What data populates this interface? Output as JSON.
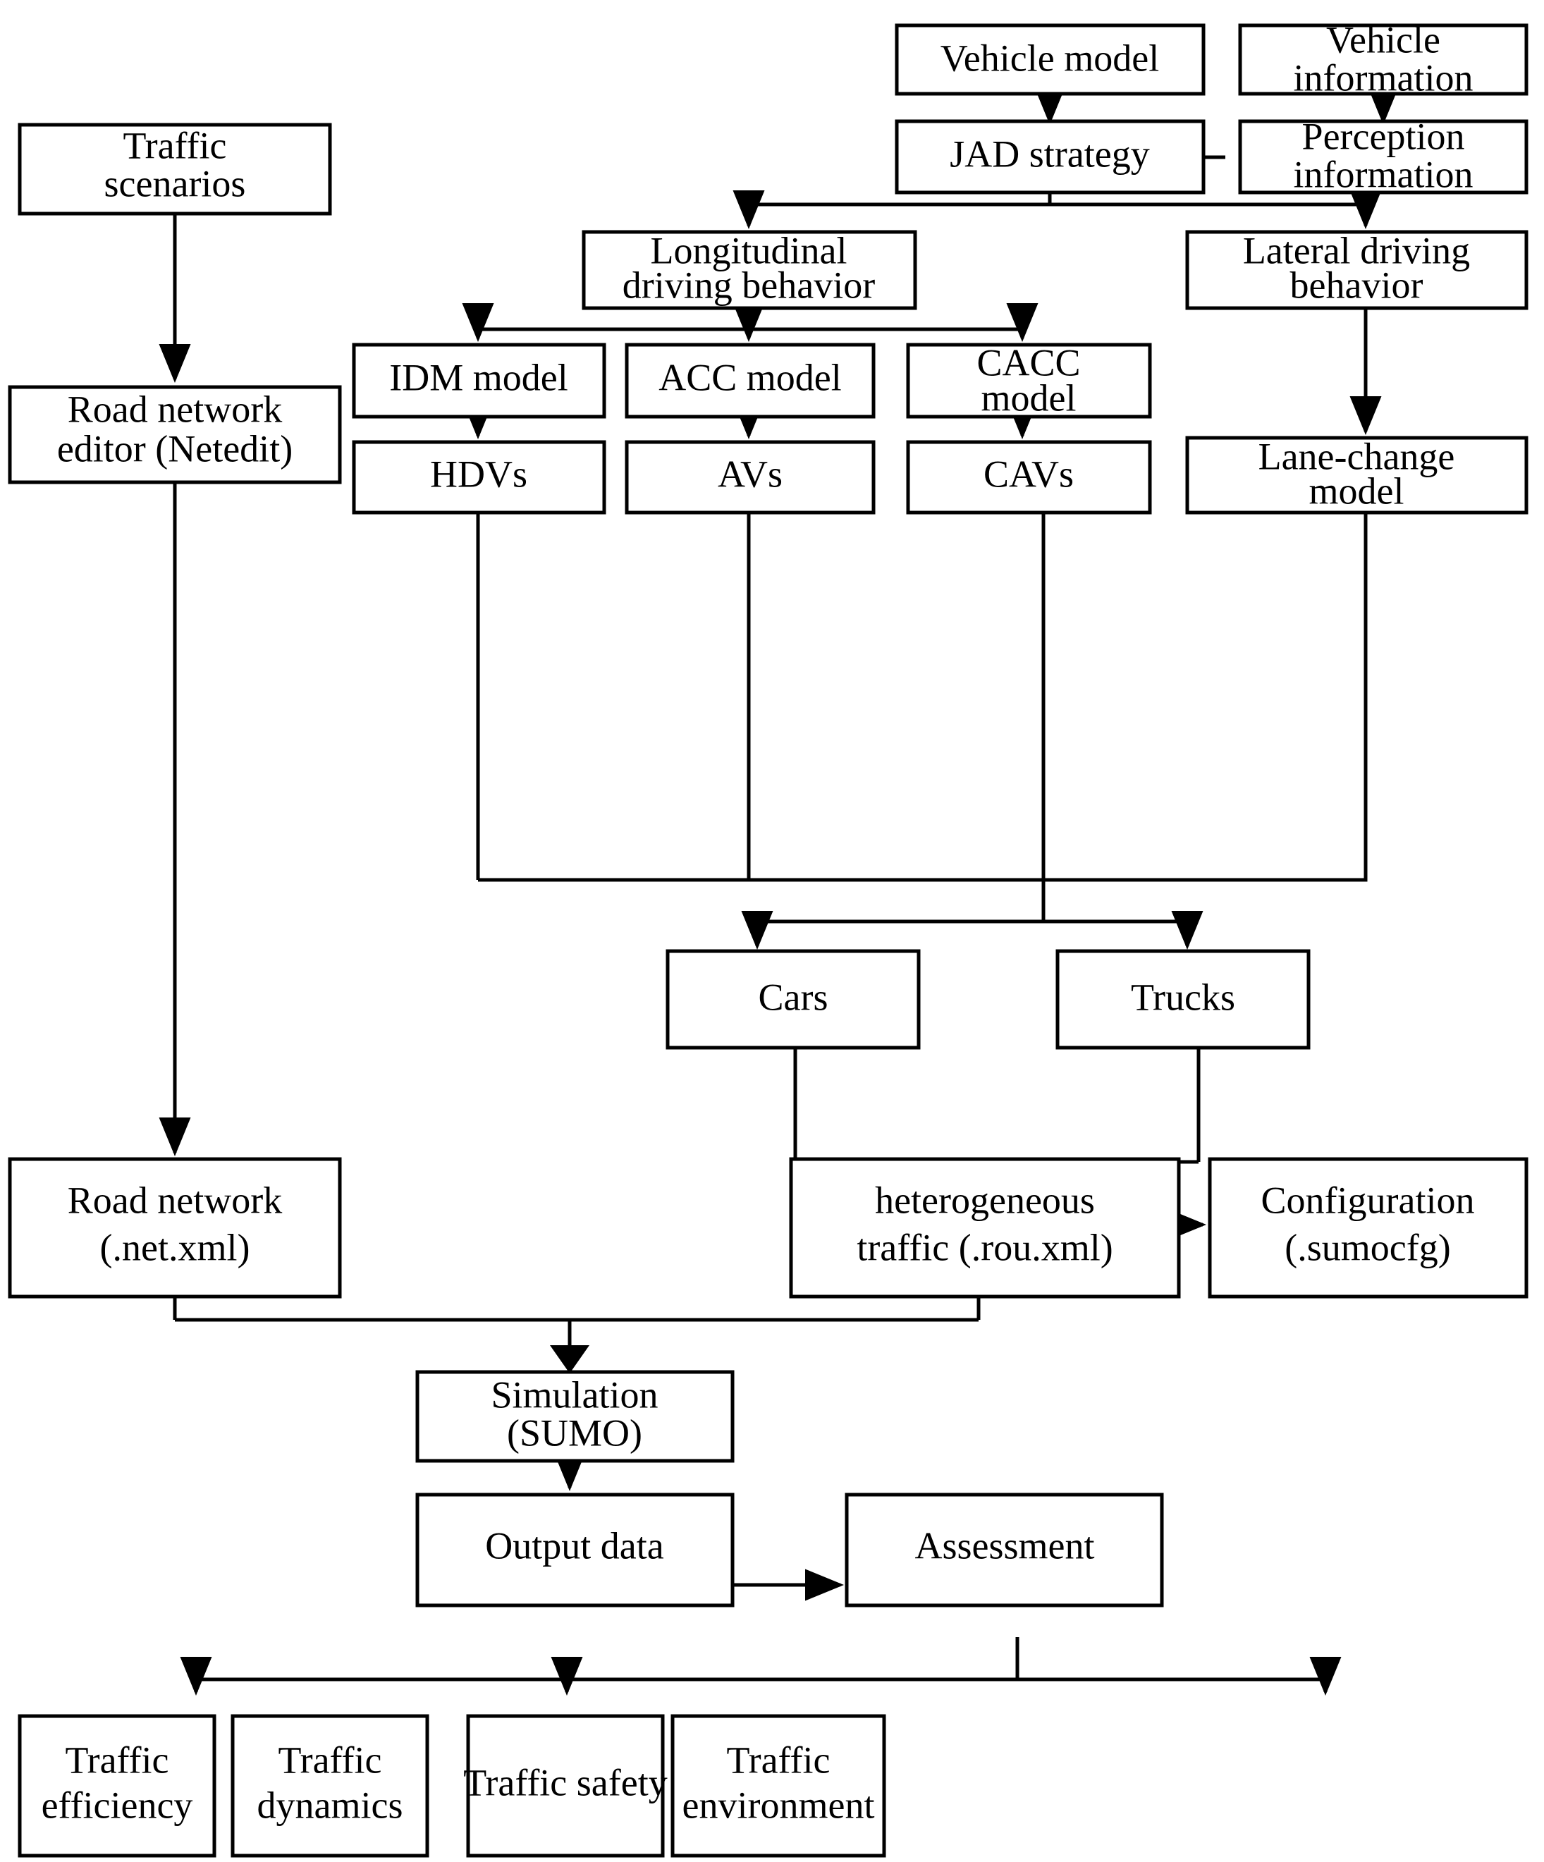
{
  "diagram": {
    "title": "Simulation framework flowchart for heterogeneous traffic with JAD strategy",
    "type": "flowchart",
    "background_color": "#ffffff",
    "line_color": "#000000",
    "box_fill": "#ffffff",
    "nodes": [
      {
        "id": "vehicle_model",
        "label": "Vehicle model",
        "lines": [
          "Vehicle model"
        ]
      },
      {
        "id": "vehicle_information",
        "label": "Vehicle information",
        "lines": [
          "Vehicle",
          "information"
        ]
      },
      {
        "id": "jad_strategy",
        "label": "JAD strategy",
        "lines": [
          "JAD strategy"
        ]
      },
      {
        "id": "perception_information",
        "label": "Perception information",
        "lines": [
          "Perception",
          "information"
        ]
      },
      {
        "id": "traffic_scenarios",
        "label": "Traffic scenarios",
        "lines": [
          "Traffic",
          "scenarios"
        ]
      },
      {
        "id": "longitudinal_behavior",
        "label": "Longitudinal driving behavior",
        "lines": [
          "Longitudinal",
          "driving behavior"
        ]
      },
      {
        "id": "lateral_behavior",
        "label": "Lateral driving behavior",
        "lines": [
          "Lateral  driving",
          "behavior"
        ]
      },
      {
        "id": "idm_model",
        "label": "IDM model",
        "lines": [
          "IDM model"
        ]
      },
      {
        "id": "acc_model",
        "label": "ACC model",
        "lines": [
          "ACC model"
        ]
      },
      {
        "id": "cacc_model",
        "label": "CACC model",
        "lines": [
          "CACC",
          "model"
        ]
      },
      {
        "id": "road_network_editor",
        "label": "Road network editor (Netedit)",
        "lines": [
          "Road network",
          "editor (Netedit)"
        ]
      },
      {
        "id": "hdvs",
        "label": "HDVs",
        "lines": [
          "HDVs"
        ]
      },
      {
        "id": "avs",
        "label": "AVs",
        "lines": [
          "AVs"
        ]
      },
      {
        "id": "cavs",
        "label": "CAVs",
        "lines": [
          "CAVs"
        ]
      },
      {
        "id": "lane_change_model",
        "label": "Lane-change model",
        "lines": [
          "Lane-change",
          "model"
        ]
      },
      {
        "id": "cars",
        "label": "Cars",
        "lines": [
          "Cars"
        ]
      },
      {
        "id": "trucks",
        "label": "Trucks",
        "lines": [
          "Trucks"
        ]
      },
      {
        "id": "road_network_file",
        "label": "Road network (.net.xml)",
        "lines": [
          "Road network",
          "(.net.xml)"
        ]
      },
      {
        "id": "heterogeneous_traffic",
        "label": "heterogeneous traffic (.rou.xml)",
        "lines": [
          "heterogeneous",
          "traffic  (.rou.xml)"
        ]
      },
      {
        "id": "configuration",
        "label": "Configuration (.sumocfg)",
        "lines": [
          "Configuration",
          "(.sumocfg)"
        ]
      },
      {
        "id": "simulation",
        "label": "Simulation (SUMO)",
        "lines": [
          "Simulation",
          "(SUMO)"
        ]
      },
      {
        "id": "output_data",
        "label": "Output data",
        "lines": [
          "Output data"
        ]
      },
      {
        "id": "assessment",
        "label": "Assessment",
        "lines": [
          "Assessment"
        ]
      },
      {
        "id": "traffic_efficiency",
        "label": "Traffic efficiency",
        "lines": [
          "Traffic",
          "efficiency"
        ]
      },
      {
        "id": "traffic_dynamics",
        "label": "Traffic dynamics",
        "lines": [
          "Traffic",
          "dynamics"
        ]
      },
      {
        "id": "traffic_safety",
        "label": "Traffic safety",
        "lines": [
          "Traffic safety"
        ]
      },
      {
        "id": "traffic_environment",
        "label": "Traffic environment",
        "lines": [
          "Traffic",
          "environment"
        ]
      }
    ],
    "edges": [
      {
        "from": "vehicle_model",
        "to": "jad_strategy",
        "direction": "down"
      },
      {
        "from": "vehicle_information",
        "to": "perception_information",
        "direction": "down"
      },
      {
        "from": "perception_information",
        "to": "jad_strategy",
        "direction": "left"
      },
      {
        "from": "jad_strategy",
        "to": "longitudinal_behavior",
        "direction": "down-split"
      },
      {
        "from": "jad_strategy",
        "to": "lateral_behavior",
        "direction": "down-split"
      },
      {
        "from": "traffic_scenarios",
        "to": "road_network_editor",
        "direction": "down"
      },
      {
        "from": "longitudinal_behavior",
        "to": "idm_model",
        "direction": "down-split"
      },
      {
        "from": "longitudinal_behavior",
        "to": "acc_model",
        "direction": "down-split"
      },
      {
        "from": "longitudinal_behavior",
        "to": "cacc_model",
        "direction": "down-split"
      },
      {
        "from": "lateral_behavior",
        "to": "lane_change_model",
        "direction": "down"
      },
      {
        "from": "idm_model",
        "to": "hdvs",
        "direction": "down"
      },
      {
        "from": "acc_model",
        "to": "avs",
        "direction": "down"
      },
      {
        "from": "cacc_model",
        "to": "cavs",
        "direction": "down"
      },
      {
        "from": "road_network_editor",
        "to": "road_network_file",
        "direction": "down"
      },
      {
        "from": "hdvs",
        "to": "cars",
        "direction": "merge"
      },
      {
        "from": "avs",
        "to": "cars",
        "direction": "merge"
      },
      {
        "from": "cavs",
        "to": "cars",
        "direction": "merge"
      },
      {
        "from": "cavs",
        "to": "trucks",
        "direction": "merge"
      },
      {
        "from": "lane_change_model",
        "to": "trucks",
        "direction": "merge"
      },
      {
        "from": "cars",
        "to": "heterogeneous_traffic",
        "direction": "merge"
      },
      {
        "from": "trucks",
        "to": "heterogeneous_traffic",
        "direction": "merge"
      },
      {
        "from": "heterogeneous_traffic",
        "to": "configuration",
        "direction": "right"
      },
      {
        "from": "road_network_file",
        "to": "simulation",
        "direction": "merge"
      },
      {
        "from": "heterogeneous_traffic",
        "to": "simulation",
        "direction": "merge"
      },
      {
        "from": "simulation",
        "to": "output_data",
        "direction": "down"
      },
      {
        "from": "output_data",
        "to": "assessment",
        "direction": "right"
      },
      {
        "from": "assessment",
        "to": "traffic_efficiency",
        "direction": "down-split"
      },
      {
        "from": "assessment",
        "to": "traffic_dynamics",
        "direction": "down-split"
      },
      {
        "from": "assessment",
        "to": "traffic_environment",
        "direction": "down-split"
      }
    ]
  }
}
